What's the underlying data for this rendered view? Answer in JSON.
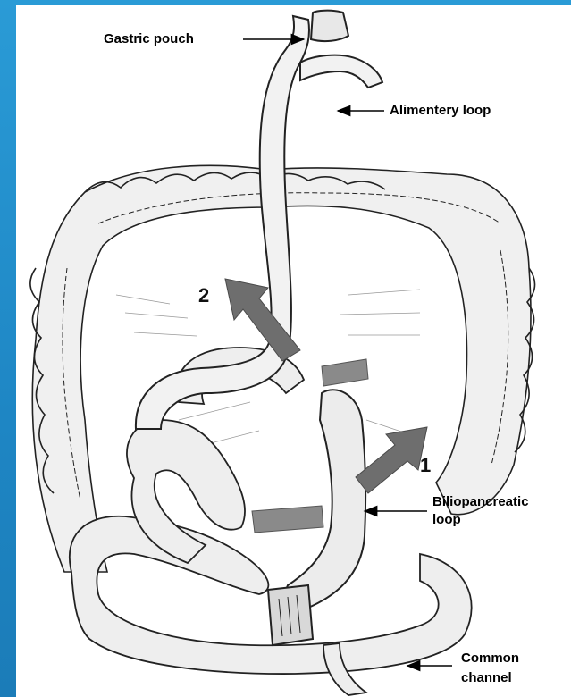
{
  "labels": {
    "gastric_pouch": "Gastric pouch",
    "alimentery_loop": "Alimentery loop",
    "biliopancreatic_loop_line1": "Biliopancreatic",
    "biliopancreatic_loop_line2": "loop",
    "common_channel_line1": "Common",
    "common_channel_line2": "channel",
    "marker_1": "1",
    "marker_2": "2"
  },
  "colors": {
    "frame": "#1e86c4",
    "panel": "#ffffff",
    "intestine_fill": "#eeeeee",
    "outline": "#222222",
    "arrow": "#6e6e6e"
  }
}
